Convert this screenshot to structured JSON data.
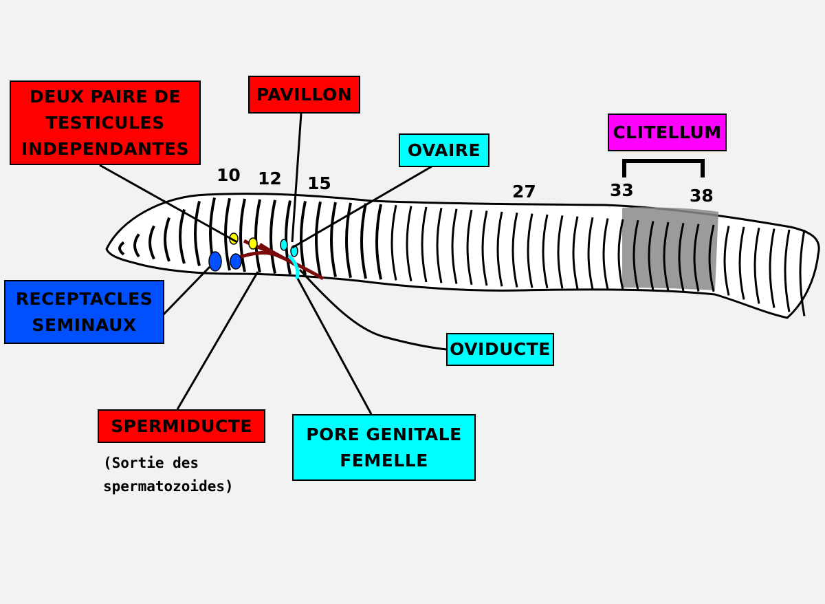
{
  "labels": {
    "testicules": "DEUX PAIRE DE\nTESTICULES\nINDEPENDANTES",
    "pavillon": "PAVILLON",
    "ovaire": "OVAIRE",
    "clitellum": "CLITELLUM",
    "receptacles": "RECEPTACLES\nSEMINAUX",
    "oviducte": "OVIDUCTE",
    "spermiducte": "SPERMIDUCTE",
    "pore": "PORE GENITALE\nFEMELLE"
  },
  "note": {
    "line1": "(Sortie des",
    "line2": "spermatozoides)"
  },
  "segments": {
    "s10": "10",
    "s12": "12",
    "s15": "15",
    "s27": "27",
    "s33": "33",
    "s38": "38"
  },
  "colors": {
    "red": "#ff0000",
    "cyan": "#00ffff",
    "magenta": "#ff00ff",
    "blue": "#0050ff",
    "yellow": "#ffff00",
    "dark_red": "#7a0a0a",
    "clitellum_gray": "#8a8a8a",
    "background": "#f2f2f2"
  }
}
